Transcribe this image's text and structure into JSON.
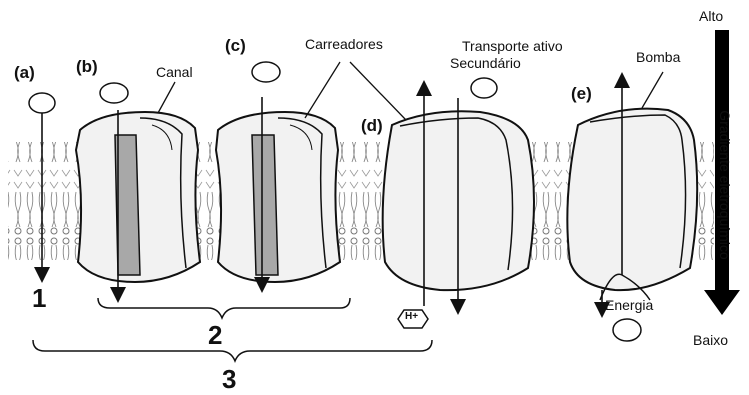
{
  "labels": {
    "a": "(a)",
    "b": "(b)",
    "c": "(c)",
    "d": "(d)",
    "e": "(e)",
    "canal": "Canal",
    "carreadores": "Carreadores",
    "transporte_ativo": "Transporte ativo",
    "secundario": "Secundário",
    "bomba": "Bomba",
    "alto": "Alto",
    "baixo": "Baixo",
    "gradiente": "Gradiente eletroquímico",
    "energia": "Energia",
    "h_plus": "H+",
    "num1": "1",
    "num2": "2",
    "num3": "3"
  },
  "colors": {
    "line": "#111111",
    "protein_fill": "#f2f2f2",
    "protein_light": "#e6e6e6",
    "channel_dark": "#a8a8a8",
    "membrane": "#777777"
  }
}
